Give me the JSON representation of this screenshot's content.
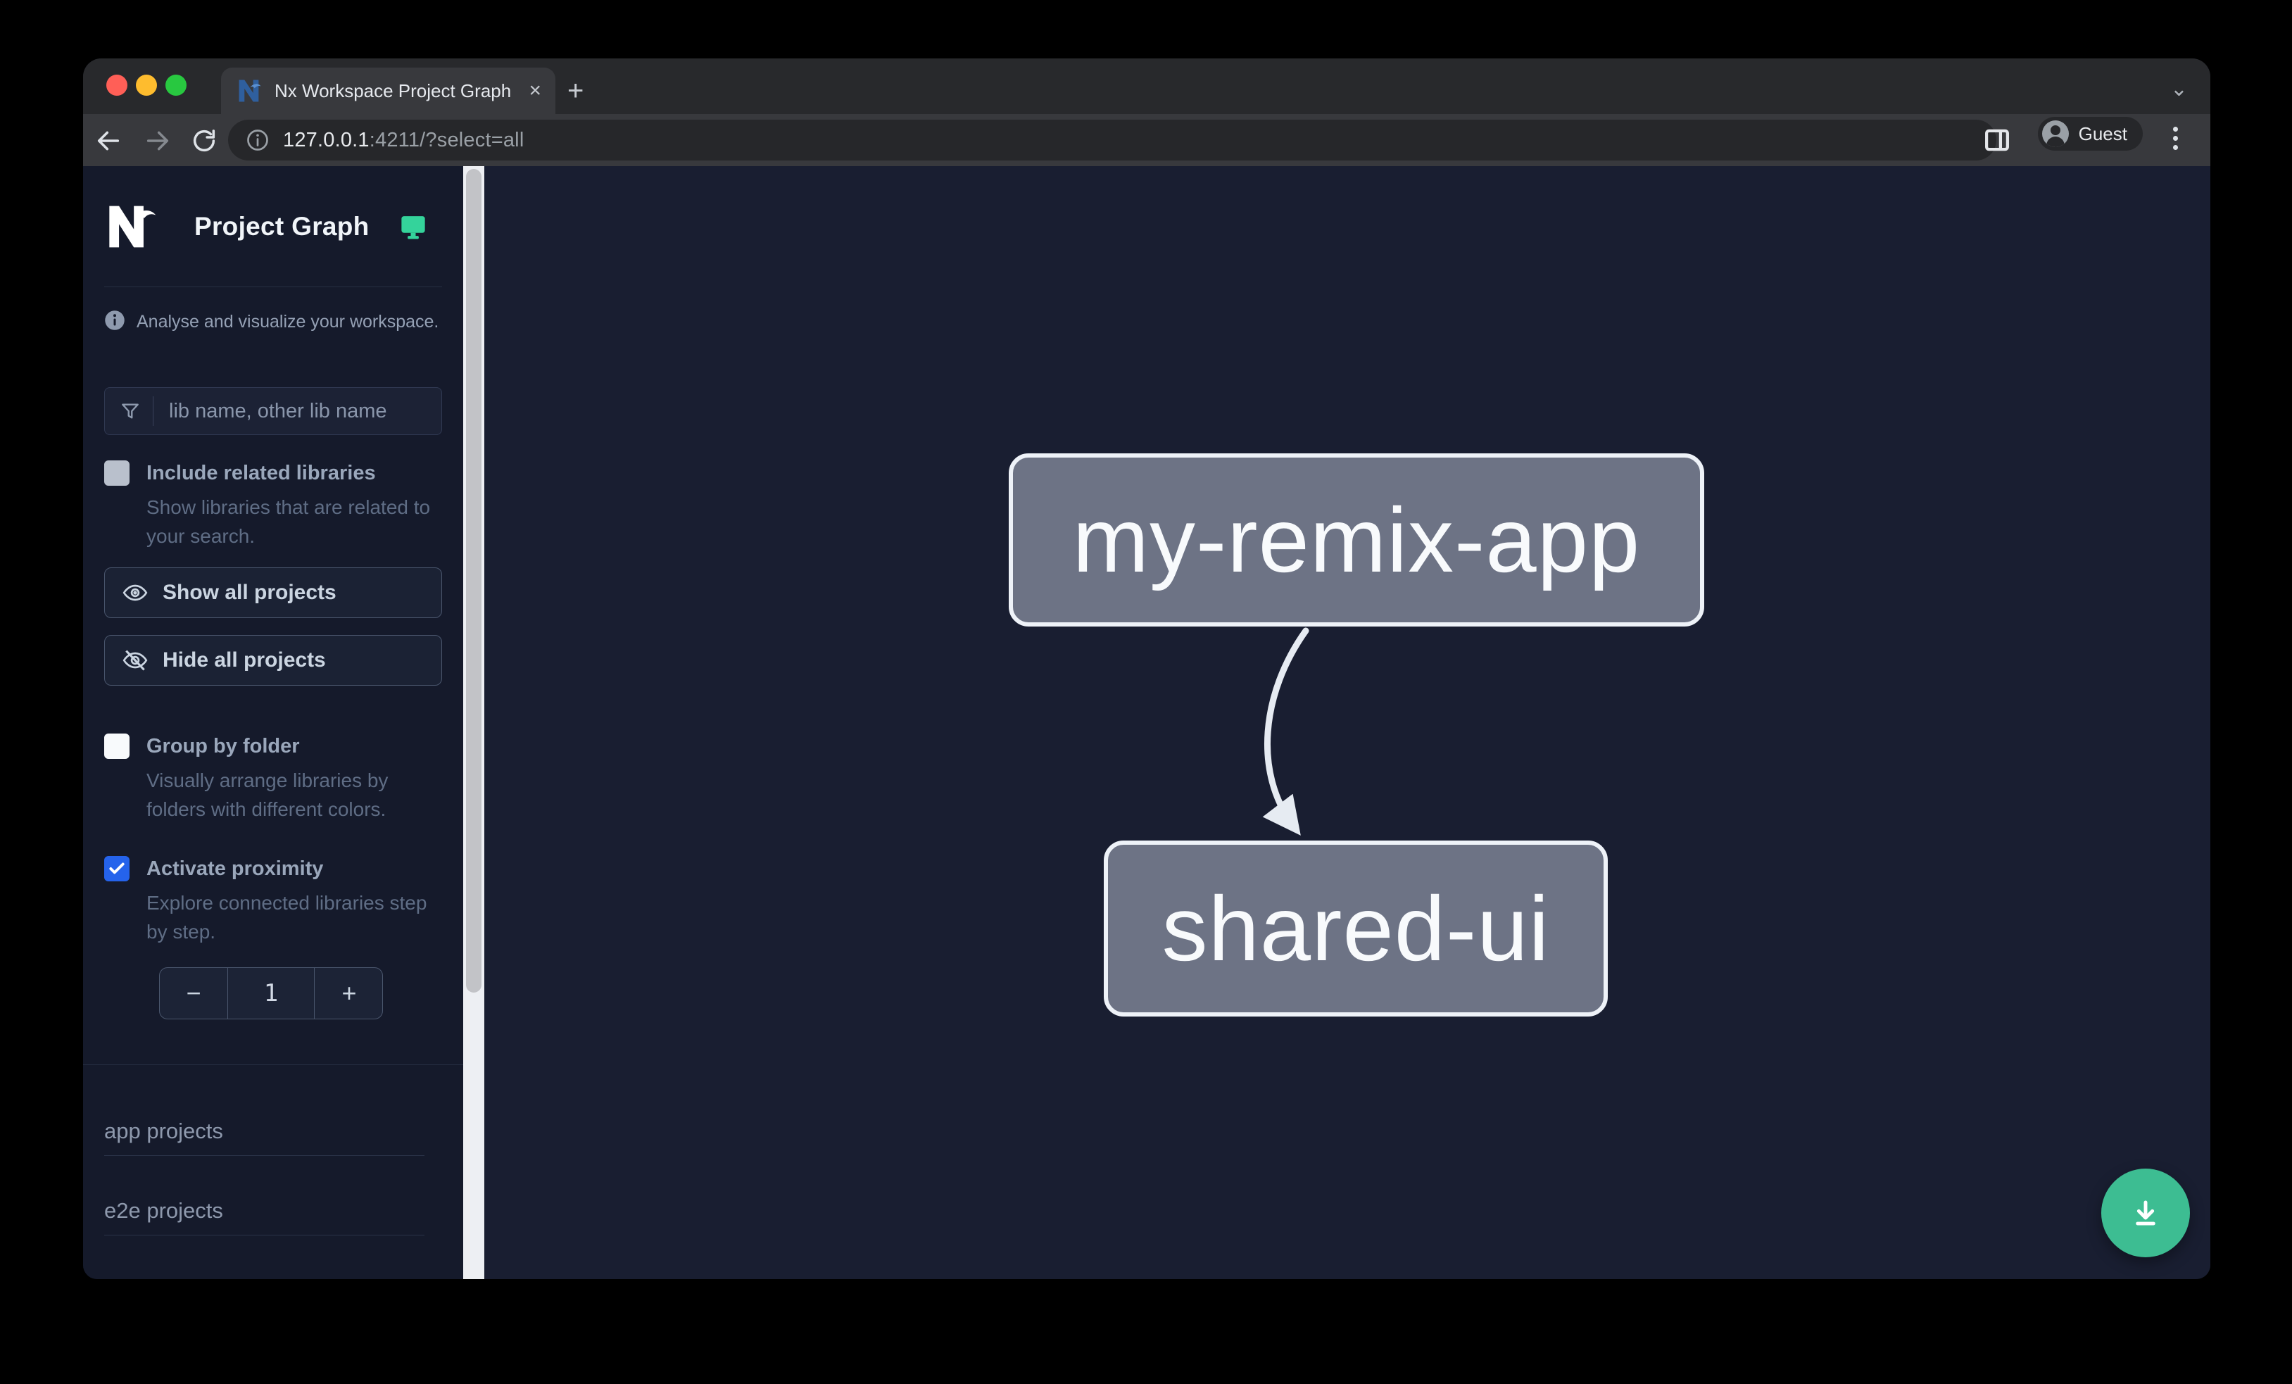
{
  "browser": {
    "tab": {
      "title": "Nx Workspace Project Graph",
      "close_glyph": "×",
      "new_tab_glyph": "+",
      "chevron_glyph": "⌄"
    },
    "url": {
      "host": "127.0.0.1",
      "rest": ":4211/?select=all"
    },
    "profile": {
      "label": "Guest"
    }
  },
  "sidebar": {
    "title": "Project Graph",
    "tagline": "Analyse and visualize your workspace.",
    "filter": {
      "placeholder": "lib name, other lib name"
    },
    "options": [
      {
        "label": "Include related libraries",
        "description": "Show libraries that are related to your search.",
        "checked": false
      },
      {
        "label": "Group by folder",
        "description": "Visually arrange libraries by folders with different colors.",
        "checked": false
      },
      {
        "label": "Activate proximity",
        "description": "Explore connected libraries step by step.",
        "checked": true
      }
    ],
    "actions": [
      {
        "label": "Show all projects"
      },
      {
        "label": "Hide all projects"
      }
    ],
    "stepper": {
      "decrement": "−",
      "value": "1",
      "increment": "+"
    },
    "sections": [
      {
        "label": "app projects"
      },
      {
        "label": "e2e projects"
      }
    ]
  },
  "graph": {
    "nodes": [
      {
        "label": "my-remix-app"
      },
      {
        "label": "shared-ui"
      }
    ],
    "edges": [
      {
        "source": "my-remix-app",
        "target": "shared-ui"
      }
    ]
  },
  "colors": {
    "accent_blue": "#2563eb",
    "fab_green": "#3dbd92",
    "logo_green": "#34d39b",
    "node_fill": "#6d7385",
    "node_border": "#eef2f8",
    "edge": "#e6ebf2",
    "canvas_bg": "#191e31",
    "sidebar_bg": "#151a2b"
  }
}
